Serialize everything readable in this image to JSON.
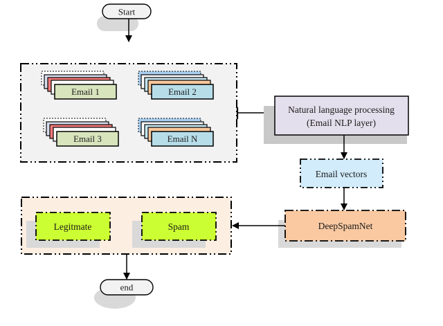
{
  "start": {
    "label": "Start"
  },
  "end": {
    "label": "end"
  },
  "email_group": {
    "items": [
      {
        "label": "Email 1",
        "fill": "#d8e4bc",
        "layers": [
          "#d9dfee",
          "#f47a7a",
          "#ffffff"
        ]
      },
      {
        "label": "Email 2",
        "fill": "#b7dde8",
        "layers": [
          "#ffffff",
          "#c6e6f2",
          "#f9c79b"
        ]
      },
      {
        "label": "Email 3",
        "fill": "#d8e4bc",
        "layers": [
          "#d9dfee",
          "#f47a7a",
          "#ffffff"
        ]
      },
      {
        "label": "Email N",
        "fill": "#b7dde8",
        "layers": [
          "#ffffff",
          "#c6e6f2",
          "#f9c79b"
        ]
      }
    ],
    "background": "#f2f2f2"
  },
  "nlp": {
    "line1": "Natural language processing",
    "line2": "(Email NLP layer)",
    "fill": "#e4dfec"
  },
  "vectors": {
    "label": "Email vectors",
    "fill": "#d2ecfb"
  },
  "model": {
    "label": "DeepSpamNet",
    "fill": "#fac9a1"
  },
  "output_group": {
    "background": "#fdeee2",
    "items": [
      {
        "label": "Legitmate",
        "fill": "#ccff33"
      },
      {
        "label": "Spam",
        "fill": "#ccff33"
      }
    ]
  }
}
